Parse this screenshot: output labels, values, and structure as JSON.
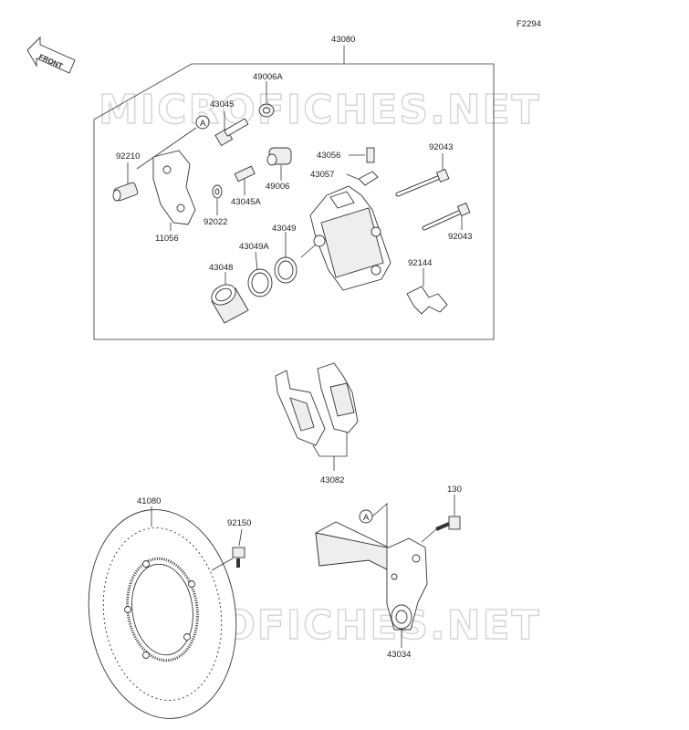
{
  "figure_code": "F2294",
  "front_label": "FRONT",
  "watermark": "MICROFICHES.NET",
  "callout_letter": "A",
  "parts": {
    "assembly": "43080",
    "p49006a": "49006A",
    "p43045": "43045",
    "p92210": "92210",
    "p11056": "11056",
    "p92022": "92022",
    "p43045a": "43045A",
    "p49006": "49006",
    "p43056": "43056",
    "p43057": "43057",
    "p92043a": "92043",
    "p92043b": "92043",
    "p43049": "43049",
    "p43049a": "43049A",
    "p43048": "43048",
    "p92144": "92144",
    "p43082": "43082",
    "p41080": "41080",
    "p92150": "92150",
    "p130": "130",
    "p43034": "43034"
  }
}
